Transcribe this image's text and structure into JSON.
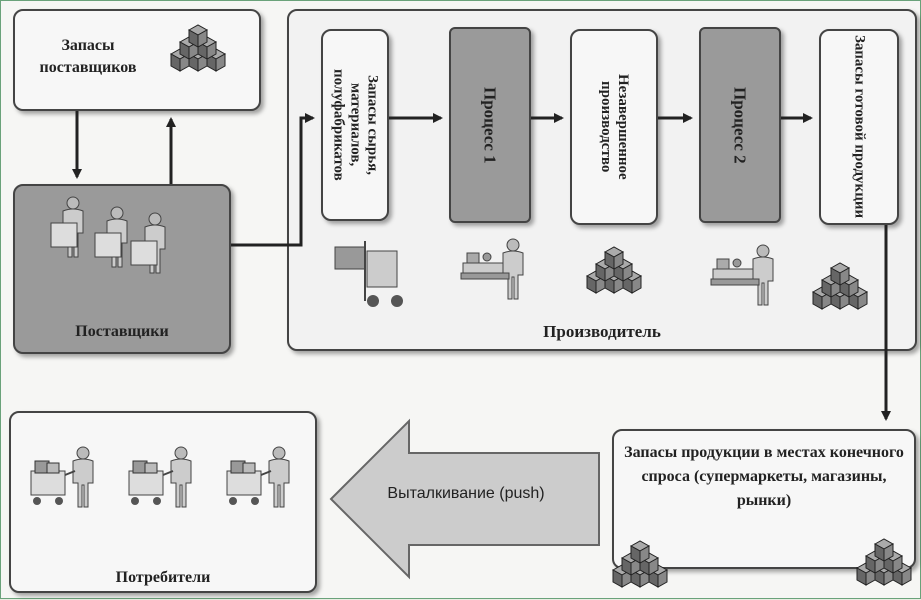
{
  "suppliers_stock": "Запасы поставщиков",
  "suppliers": "Поставщики",
  "manufacturer": "Производитель",
  "raw_materials": "Запасы сырья, материалов, полуфабрикатов",
  "process1": "Процесс 1",
  "wip": "Незавершенное производство",
  "process2": "Процесс 2",
  "finished_goods": "Запасы готовой продукции",
  "retail_stock": "Запасы продукции в местах конечного спроса (супермаркеты, магазины, рынки)",
  "push": "Выталкивание (push)",
  "consumers": "Потребители",
  "colors": {
    "dark_box": "#9a9a9a",
    "light_box": "#f7f7f7",
    "border": "#444444",
    "push_arrow": "#cccccc"
  }
}
